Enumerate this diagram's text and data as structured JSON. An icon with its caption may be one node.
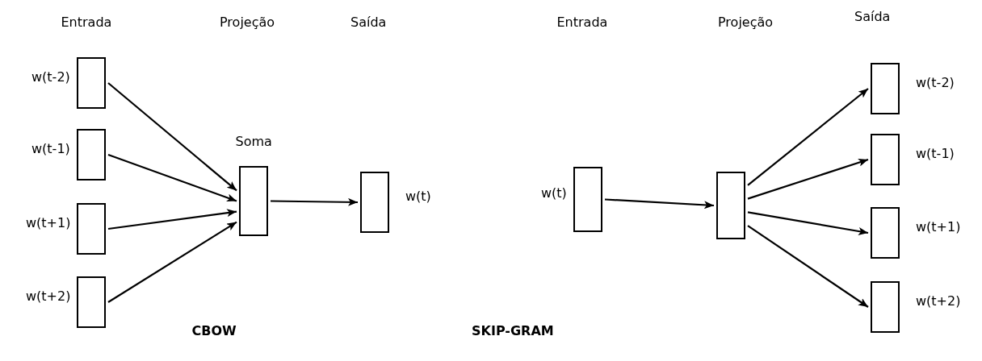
{
  "diagram": {
    "nodes": [
      {
        "text": [],
        "shape": "box",
        "beside": [
          "w(t-2)"
        ]
      },
      {
        "text": [],
        "shape": "box",
        "beside": [
          "w(t-1)"
        ]
      },
      {
        "text": [],
        "shape": "box",
        "beside": [
          "w(t+1)"
        ]
      },
      {
        "text": [],
        "shape": "box",
        "beside": [
          "w(t+2)"
        ]
      },
      {
        "text": [],
        "shape": "box",
        "beside": [
          "Soma"
        ]
      },
      {
        "text": [],
        "shape": "box",
        "beside": [
          "w(t)"
        ]
      },
      {
        "text": [],
        "shape": "box",
        "beside": [
          "w(t)"
        ]
      },
      {
        "text": [],
        "shape": "box"
      },
      {
        "text": [],
        "shape": "box",
        "beside": [
          "w(t-2)"
        ]
      },
      {
        "text": [],
        "shape": "box",
        "beside": [
          "w(t-1)"
        ]
      },
      {
        "text": [],
        "shape": "box",
        "beside": [
          "w(t+1)"
        ]
      },
      {
        "text": [],
        "shape": "box",
        "beside": [
          "w(t+2)"
        ]
      }
    ],
    "edges": [
      {
        "from": 0,
        "to": 4,
        "arrow": "to"
      },
      {
        "from": 1,
        "to": 4,
        "arrow": "to"
      },
      {
        "from": 2,
        "to": 4,
        "arrow": "to"
      },
      {
        "from": 3,
        "to": 4,
        "arrow": "to"
      },
      {
        "from": 4,
        "to": 5,
        "arrow": "to"
      },
      {
        "from": 6,
        "to": 7,
        "arrow": "to"
      },
      {
        "from": 7,
        "to": 8,
        "arrow": "to"
      },
      {
        "from": 7,
        "to": 9,
        "arrow": "to"
      },
      {
        "from": 7,
        "to": 10,
        "arrow": "to"
      },
      {
        "from": 7,
        "to": 11,
        "arrow": "to"
      }
    ],
    "labels": [
      "Entrada",
      "Projeção",
      "Saída",
      "Entrada",
      "Projeção",
      "Saída",
      "CBOW",
      "SKIP-GRAM"
    ]
  }
}
